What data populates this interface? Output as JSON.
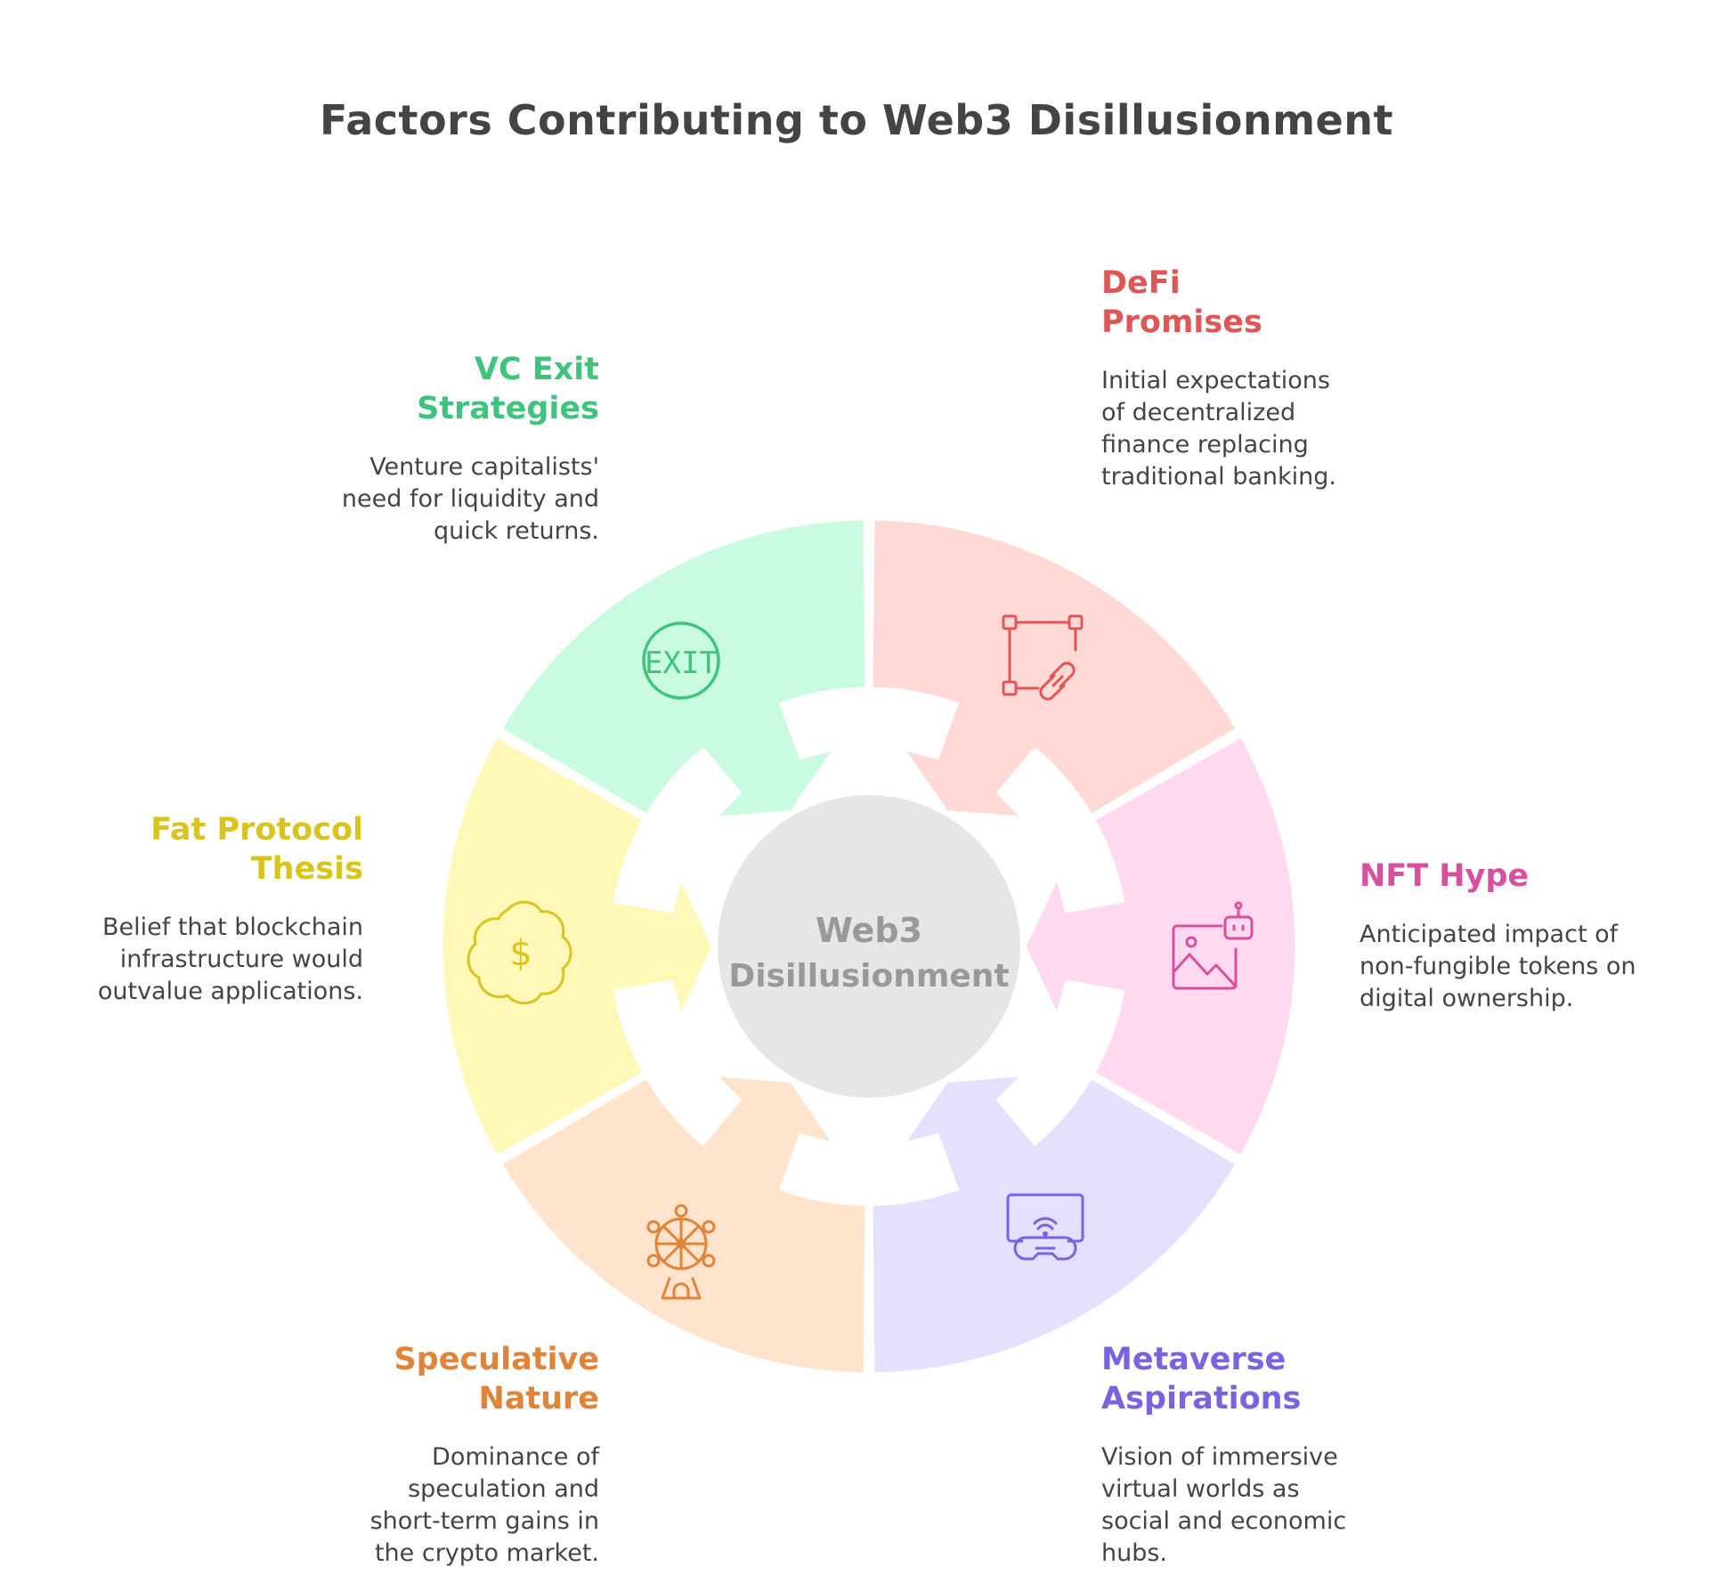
{
  "title": "Factors Contributing to Web3 Disillusionment",
  "center": {
    "line1": "Web3",
    "line2": "Disillusionment"
  },
  "factors": [
    {
      "key": "defi",
      "title_line1": "DeFi",
      "title_line2": "Promises",
      "description": "Initial expectations of decentralized finance replacing traditional banking.",
      "color": "#e05555",
      "fill": "#ffd9d6",
      "icon": "blockchain-link-icon"
    },
    {
      "key": "nft",
      "title_line1": "NFT Hype",
      "title_line2": "",
      "description": "Anticipated impact of non-fungible tokens on digital ownership.",
      "color": "#d94fa0",
      "fill": "#ffd9ef",
      "icon": "image-robot-icon"
    },
    {
      "key": "meta",
      "title_line1": "Metaverse",
      "title_line2": "Aspirations",
      "description": "Vision of immersive virtual worlds as social and economic hubs.",
      "color": "#7b63e0",
      "fill": "#e6e0ff",
      "icon": "vr-headset-icon"
    },
    {
      "key": "spec",
      "title_line1": "Speculative",
      "title_line2": "Nature",
      "description": "Dominance of speculation and short-term gains in the crypto market.",
      "color": "#e0843a",
      "fill": "#ffe3cc",
      "icon": "ferris-wheel-icon"
    },
    {
      "key": "fat",
      "title_line1": "Fat Protocol",
      "title_line2": "Thesis",
      "description": "Belief that blockchain infrastructure would outvalue applications.",
      "color": "#d9c41e",
      "fill": "#fff8b8",
      "icon": "dollar-coin-icon"
    },
    {
      "key": "vc",
      "title_line1": "VC Exit",
      "title_line2": "Strategies",
      "description": "Venture capitalists' need for liquidity and quick returns.",
      "color": "#3fc47e",
      "fill": "#c9fbe1",
      "icon": "exit-sign-icon"
    }
  ],
  "exit_icon_text": "EXIT",
  "dollar_icon_text": "$",
  "center_fill": "#e6e6e6",
  "center_text_color": "#999999"
}
